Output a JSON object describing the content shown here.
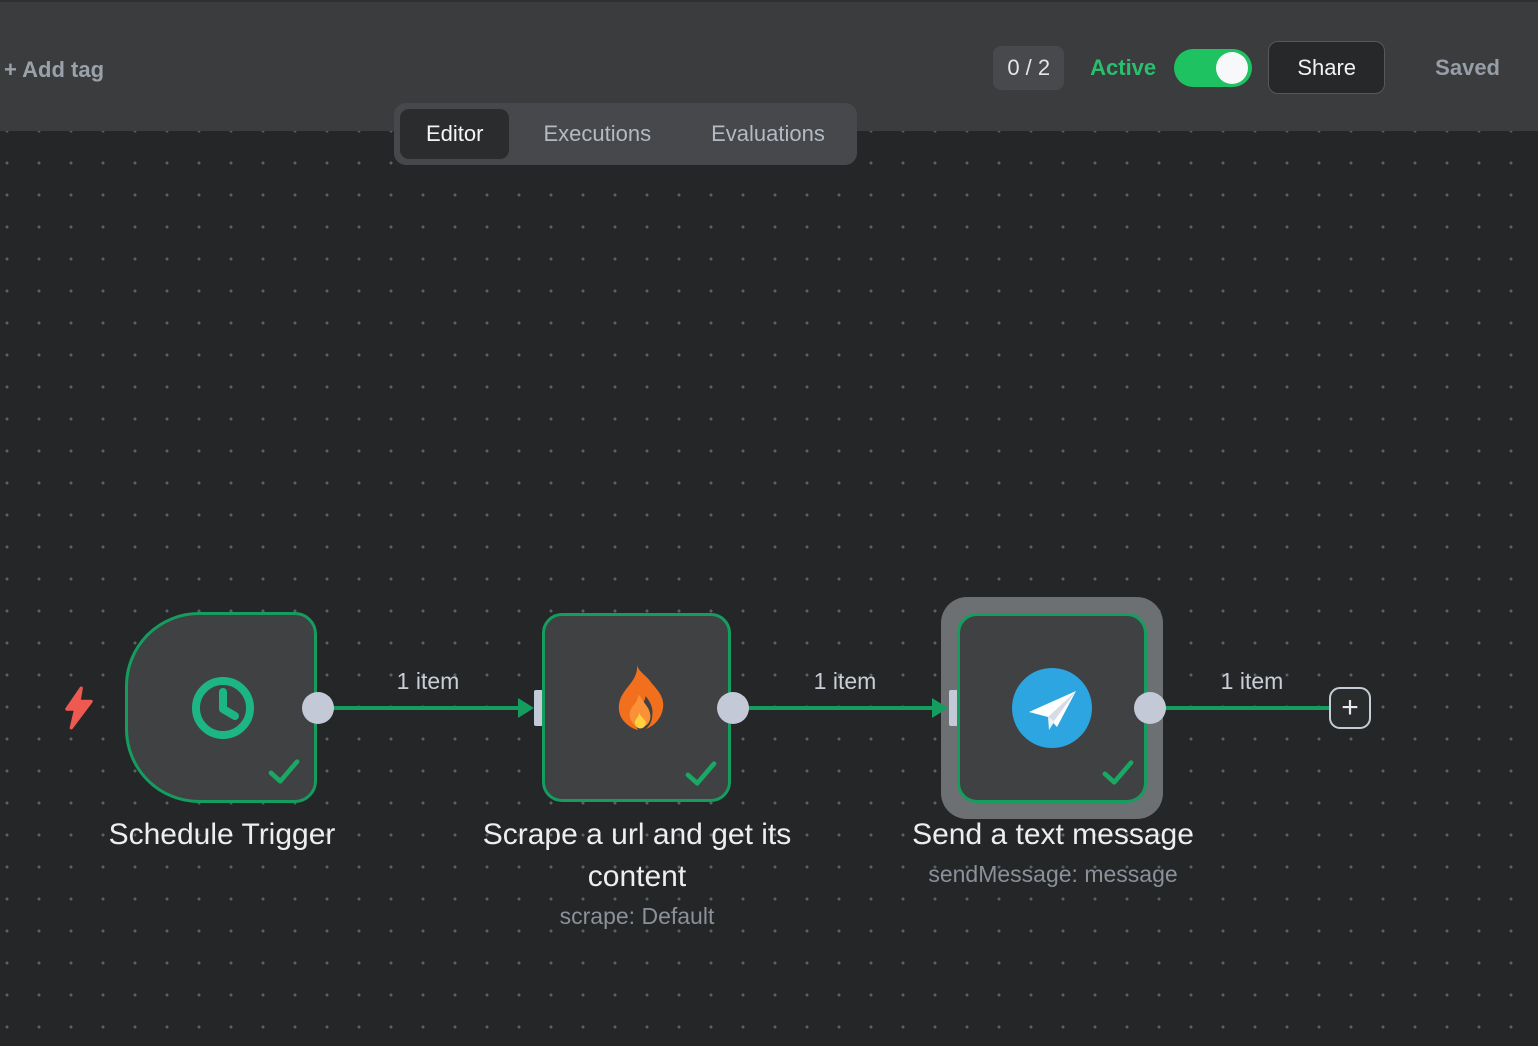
{
  "header": {
    "add_tag": "+ Add tag",
    "counter": "0 / 2",
    "active_label": "Active",
    "active_state": "on",
    "share": "Share",
    "saved": "Saved"
  },
  "tabs": {
    "editor": "Editor",
    "executions": "Executions",
    "evaluations": "Evaluations",
    "active_tab": "Editor"
  },
  "workflow": {
    "nodes": [
      {
        "title": "Schedule Trigger",
        "subtitle": "",
        "icon": "clock-icon",
        "type": "trigger",
        "status": "success",
        "selected": false
      },
      {
        "title": "Scrape a url and get its content",
        "subtitle": "scrape: Default",
        "icon": "fire-icon",
        "type": "action",
        "status": "success",
        "selected": false
      },
      {
        "title": "Send a text message",
        "subtitle": "sendMessage: message",
        "icon": "telegram-icon",
        "type": "action",
        "status": "success",
        "selected": true
      }
    ],
    "connections": [
      {
        "from": "Schedule Trigger",
        "to": "Scrape a url and get its content",
        "label": "1 item"
      },
      {
        "from": "Scrape a url and get its content",
        "to": "Send a text message",
        "label": "1 item"
      },
      {
        "from": "Send a text message",
        "to": "add-node",
        "label": "1 item"
      }
    ],
    "add_node_glyph": "+"
  },
  "colors": {
    "success_green": "#149d5f",
    "icon_green": "#1db583",
    "toggle_green": "#1fc261",
    "active_text_green": "#2abf6e",
    "connector_gray": "#c3c9d6",
    "selection_gray": "#6c7072",
    "telegram_blue": "#2ca5e0",
    "trigger_red": "#ee5a52",
    "canvas_bg": "#242628",
    "header_bg": "#3a3c3e"
  }
}
